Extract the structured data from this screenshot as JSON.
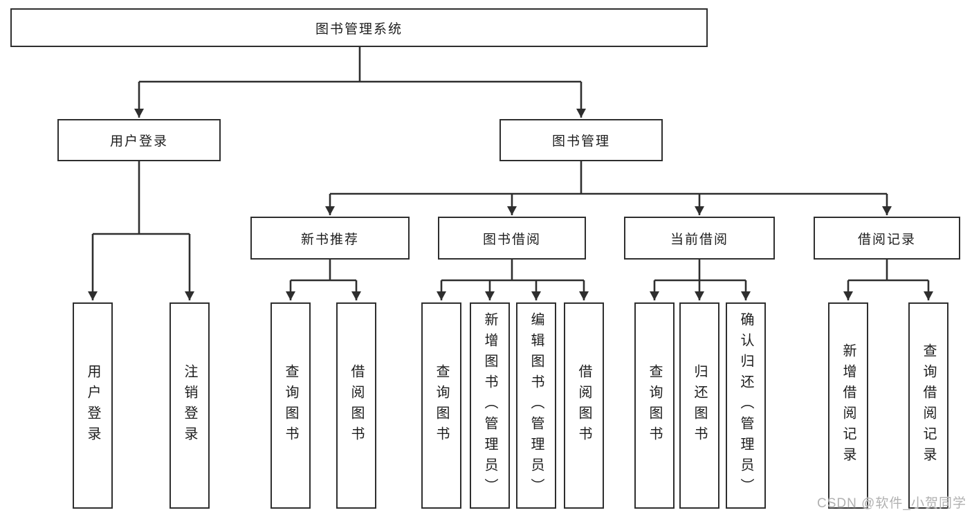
{
  "diagram_title": "图书管理系统",
  "tree": {
    "label": "图书管理系统",
    "children": [
      {
        "label": "用户登录",
        "children": [
          {
            "label": "用户登录"
          },
          {
            "label": "注销登录"
          }
        ]
      },
      {
        "label": "图书管理",
        "children": [
          {
            "label": "新书推荐",
            "children": [
              {
                "label": "查询图书"
              },
              {
                "label": "借阅图书"
              }
            ]
          },
          {
            "label": "图书借阅",
            "children": [
              {
                "label": "查询图书"
              },
              {
                "label": "新增图书（管理员）"
              },
              {
                "label": "编辑图书（管理员）"
              },
              {
                "label": "借阅图书"
              }
            ]
          },
          {
            "label": "当前借阅",
            "children": [
              {
                "label": "查询图书"
              },
              {
                "label": "归还图书"
              },
              {
                "label": "确认归还（管理员）"
              }
            ]
          },
          {
            "label": "借阅记录",
            "children": [
              {
                "label": "新增借阅记录"
              },
              {
                "label": "查询借阅记录"
              }
            ]
          }
        ]
      }
    ]
  },
  "watermark": {
    "text": "CSDN @软件_小贺同学"
  },
  "colors": {
    "line": "#2e2e2e",
    "box_border": "#2e2e2e",
    "text": "#1d1d1d",
    "watermark": "#b1b1b1",
    "background": "#ffffff"
  }
}
